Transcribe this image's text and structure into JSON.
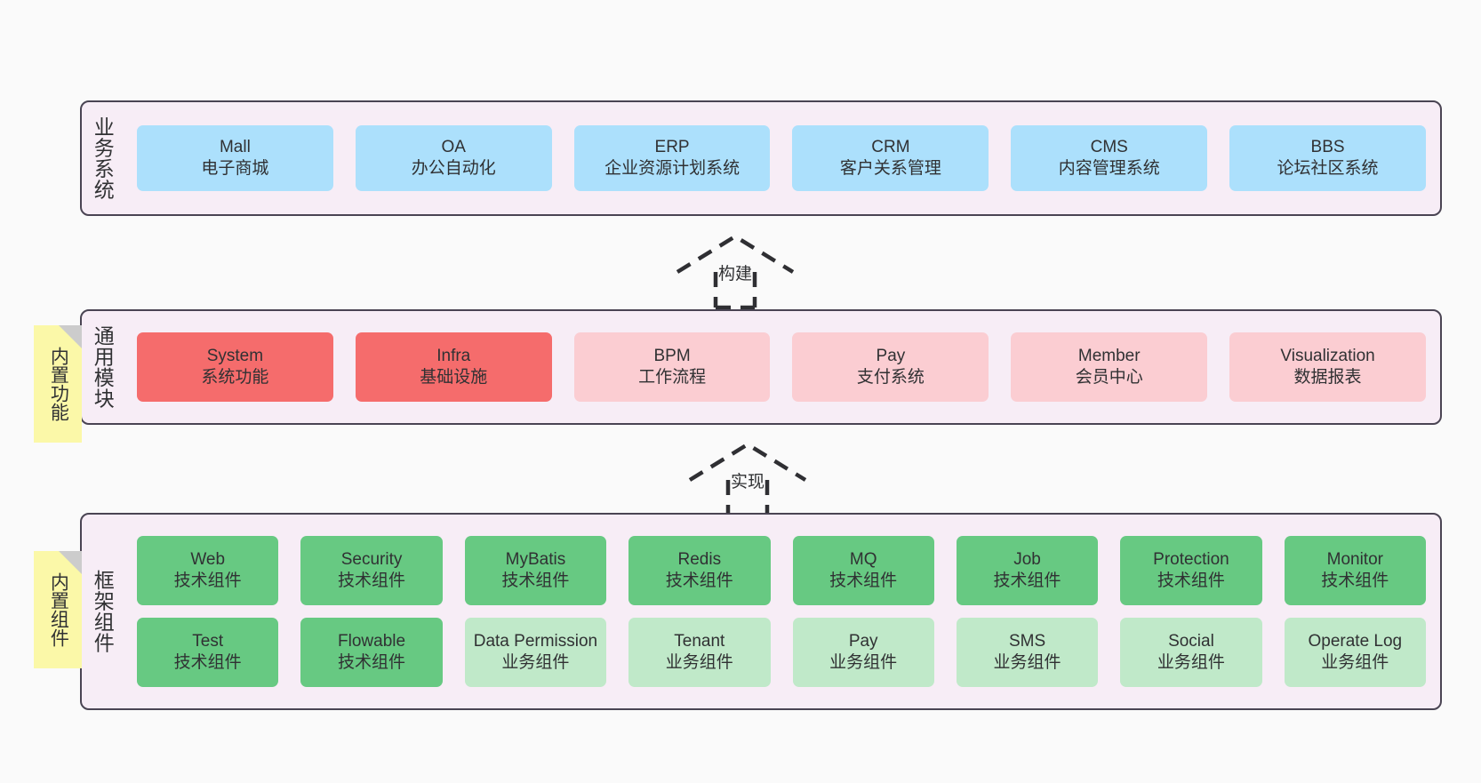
{
  "diagram": {
    "background_color": "#fafafa",
    "panel_bg": "#f7edf6",
    "panel_border": "#4a4453"
  },
  "layers": [
    {
      "id": "business-system",
      "title": "业务系统",
      "note": null,
      "rows": [
        {
          "cards": [
            {
              "name": "Mall",
              "sub": "电子商城",
              "color": "#ace0fc",
              "variant": "c-blue"
            },
            {
              "name": "OA",
              "sub": "办公自动化",
              "color": "#ace0fc",
              "variant": "c-blue"
            },
            {
              "name": "ERP",
              "sub": "企业资源计划系统",
              "color": "#ace0fc",
              "variant": "c-blue"
            },
            {
              "name": "CRM",
              "sub": "客户关系管理",
              "color": "#ace0fc",
              "variant": "c-blue"
            },
            {
              "name": "CMS",
              "sub": "内容管理系统",
              "color": "#ace0fc",
              "variant": "c-blue"
            },
            {
              "name": "BBS",
              "sub": "论坛社区系统",
              "color": "#ace0fc",
              "variant": "c-blue"
            }
          ]
        }
      ]
    },
    {
      "id": "common-module",
      "title": "通用模块",
      "note": "内置功能",
      "rows": [
        {
          "cards": [
            {
              "name": "System",
              "sub": "系统功能",
              "color": "#f56c6c",
              "variant": "c-red"
            },
            {
              "name": "Infra",
              "sub": "基础设施",
              "color": "#f56c6c",
              "variant": "c-red"
            },
            {
              "name": "BPM",
              "sub": "工作流程",
              "color": "#fbcdd2",
              "variant": "c-pink"
            },
            {
              "name": "Pay",
              "sub": "支付系统",
              "color": "#fbcdd2",
              "variant": "c-pink"
            },
            {
              "name": "Member",
              "sub": "会员中心",
              "color": "#fbcdd2",
              "variant": "c-pink"
            },
            {
              "name": "Visualization",
              "sub": "数据报表",
              "color": "#fbcdd2",
              "variant": "c-pink"
            }
          ]
        }
      ]
    },
    {
      "id": "framework-component",
      "title": "框架组件",
      "note": "内置组件",
      "rows": [
        {
          "cards": [
            {
              "name": "Web",
              "sub": "技术组件",
              "color": "#67c982",
              "variant": "c-green"
            },
            {
              "name": "Security",
              "sub": "技术组件",
              "color": "#67c982",
              "variant": "c-green"
            },
            {
              "name": "MyBatis",
              "sub": "技术组件",
              "color": "#67c982",
              "variant": "c-green"
            },
            {
              "name": "Redis",
              "sub": "技术组件",
              "color": "#67c982",
              "variant": "c-green"
            },
            {
              "name": "MQ",
              "sub": "技术组件",
              "color": "#67c982",
              "variant": "c-green"
            },
            {
              "name": "Job",
              "sub": "技术组件",
              "color": "#67c982",
              "variant": "c-green"
            },
            {
              "name": "Protection",
              "sub": "技术组件",
              "color": "#67c982",
              "variant": "c-green"
            },
            {
              "name": "Monitor",
              "sub": "技术组件",
              "color": "#67c982",
              "variant": "c-green"
            }
          ]
        },
        {
          "cards": [
            {
              "name": "Test",
              "sub": "技术组件",
              "color": "#67c982",
              "variant": "c-green"
            },
            {
              "name": "Flowable",
              "sub": "技术组件",
              "color": "#67c982",
              "variant": "c-green"
            },
            {
              "name": "Data Permission",
              "sub": "业务组件",
              "color": "#c0e9c9",
              "variant": "c-lightgreen"
            },
            {
              "name": "Tenant",
              "sub": "业务组件",
              "color": "#c0e9c9",
              "variant": "c-lightgreen"
            },
            {
              "name": "Pay",
              "sub": "业务组件",
              "color": "#c0e9c9",
              "variant": "c-lightgreen"
            },
            {
              "name": "SMS",
              "sub": "业务组件",
              "color": "#c0e9c9",
              "variant": "c-lightgreen"
            },
            {
              "name": "Social",
              "sub": "业务组件",
              "color": "#c0e9c9",
              "variant": "c-lightgreen"
            },
            {
              "name": "Operate Log",
              "sub": "业务组件",
              "color": "#c0e9c9",
              "variant": "c-lightgreen"
            }
          ]
        }
      ]
    }
  ],
  "connectors": [
    {
      "id": "build",
      "label": "构建",
      "from": "common-module",
      "to": "business-system"
    },
    {
      "id": "implement",
      "label": "实现",
      "from": "framework-component",
      "to": "common-module"
    }
  ]
}
